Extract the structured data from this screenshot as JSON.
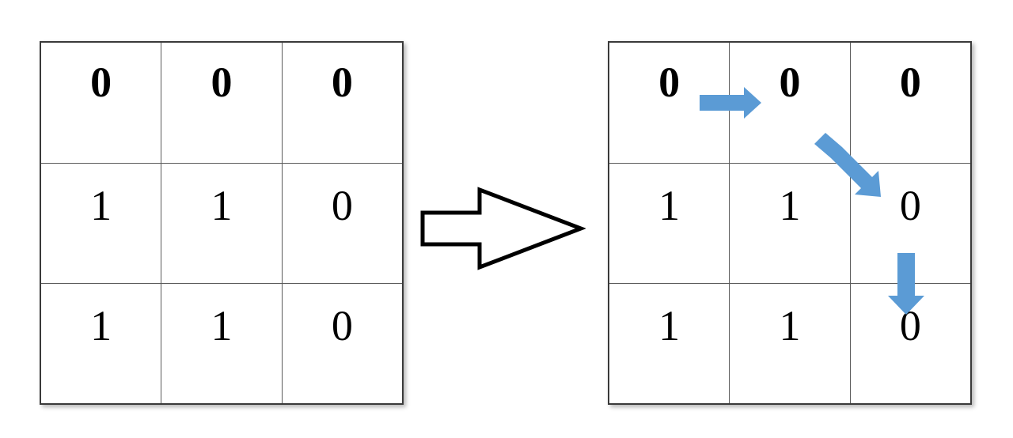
{
  "figure": {
    "background_color": "#ffffff",
    "accent_color": "#5B9BD5",
    "frame_color": "#3a3a3a",
    "gridline_color": "#5a5a5a",
    "digit_color": "#000000"
  },
  "left_grid": {
    "label": "input-grid",
    "rows": [
      {
        "cells": [
          {
            "value": "0",
            "weight": "bold"
          },
          {
            "value": "0",
            "weight": "bold"
          },
          {
            "value": "0",
            "weight": "bold"
          }
        ]
      },
      {
        "cells": [
          {
            "value": "1",
            "weight": "normal"
          },
          {
            "value": "1",
            "weight": "normal"
          },
          {
            "value": "0",
            "weight": "normal"
          }
        ]
      },
      {
        "cells": [
          {
            "value": "1",
            "weight": "normal"
          },
          {
            "value": "1",
            "weight": "normal"
          },
          {
            "value": "0",
            "weight": "normal"
          }
        ]
      }
    ]
  },
  "transform_arrow": {
    "label": "transforms-to",
    "style": "outlined-block-arrow",
    "direction": "right",
    "fill": "#ffffff",
    "stroke": "#000000"
  },
  "right_grid": {
    "label": "output-grid",
    "rows": [
      {
        "cells": [
          {
            "value": "0",
            "weight": "bold"
          },
          {
            "value": "0",
            "weight": "bold"
          },
          {
            "value": "0",
            "weight": "bold"
          }
        ]
      },
      {
        "cells": [
          {
            "value": "1",
            "weight": "normal"
          },
          {
            "value": "1",
            "weight": "normal"
          },
          {
            "value": "0",
            "weight": "normal"
          }
        ]
      },
      {
        "cells": [
          {
            "value": "1",
            "weight": "normal"
          },
          {
            "value": "1",
            "weight": "normal"
          },
          {
            "value": "0",
            "weight": "normal"
          }
        ]
      }
    ],
    "path_arrows": [
      {
        "name": "arrow-right-r1c1-to-r1c2",
        "direction": "right",
        "from_cell": "r1c1",
        "to_cell": "r1c2",
        "color": "#5B9BD5"
      },
      {
        "name": "arrow-diagonal-r1c2-to-r2c3",
        "direction": "down-right",
        "from_cell": "r1c2",
        "to_cell": "r2c3",
        "color": "#5B9BD5"
      },
      {
        "name": "arrow-down-r2c3-to-r3c3",
        "direction": "down",
        "from_cell": "r2c3",
        "to_cell": "r3c3",
        "color": "#5B9BD5"
      }
    ]
  }
}
